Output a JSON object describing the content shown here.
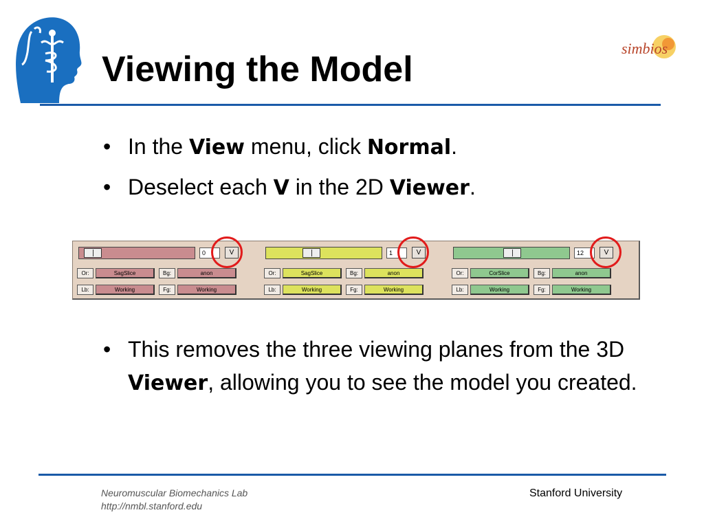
{
  "colors": {
    "accent_rule": "#1a5aa8",
    "sagittal": "#c98c8f",
    "axial": "#dde25d",
    "coronal": "#8fc88f",
    "highlight_circle": "#e11b1b"
  },
  "header": {
    "title": "Viewing the Model",
    "logo_left_icon": "slicer-head-caduceus-icon",
    "logo_right_icon": "simbios-logo-icon",
    "logo_right_text": "simbios"
  },
  "bullets_top": [
    {
      "pre": "In the ",
      "bold1": "View",
      "mid": " menu, click ",
      "bold2": "Normal",
      "post": "."
    },
    {
      "pre": "Deselect each ",
      "bold1": "V",
      "mid": " in the 2D ",
      "bold2": "Viewer",
      "post": "."
    }
  ],
  "slice_panels": [
    {
      "slider_value": "0",
      "v_label": "V",
      "or_label": "Or:",
      "or_value": "SagSlice",
      "bg_label": "Bg:",
      "bg_value": "anon",
      "lb_label": "Lb:",
      "lb_value": "Working",
      "fg_label": "Fg:",
      "fg_value": "Working",
      "slider_pos": 0.05
    },
    {
      "slider_value": "1",
      "v_label": "V",
      "or_label": "Or:",
      "or_value": "SagSlice",
      "bg_label": "Bg:",
      "bg_value": "anon",
      "lb_label": "Lb:",
      "lb_value": "Working",
      "fg_label": "Fg:",
      "fg_value": "Working",
      "slider_pos": 0.37
    },
    {
      "slider_value": "12",
      "v_label": "V",
      "or_label": "Or:",
      "or_value": "CorSlice",
      "bg_label": "Bg:",
      "bg_value": "anon",
      "lb_label": "Lb:",
      "lb_value": "Working",
      "fg_label": "Fg:",
      "fg_value": "Working",
      "slider_pos": 0.51
    }
  ],
  "bullets_bottom": [
    {
      "pre": "This removes the three viewing planes from the 3D ",
      "bold1": "Viewer",
      "post": ", allowing you to see the model you created."
    }
  ],
  "footer": {
    "lab_name": "Neuromuscular Biomechanics Lab",
    "lab_url": "http://nmbl.stanford.edu",
    "university": "Stanford University"
  }
}
